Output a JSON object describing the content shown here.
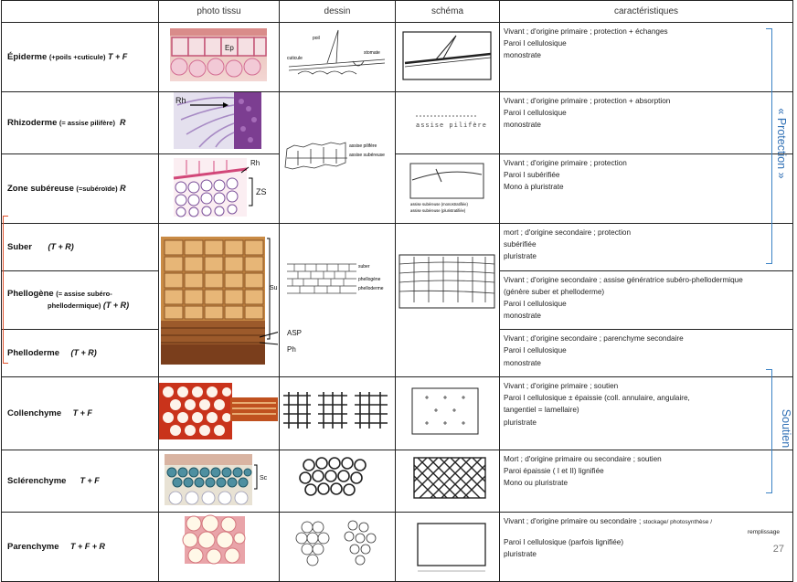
{
  "headers": {
    "c0": "",
    "photo": "photo tissu",
    "dessin": "dessin",
    "schema": "schéma",
    "carac": "caractéristiques"
  },
  "rows": [
    {
      "name": "Épiderme",
      "paren": "(+poils +cuticule)",
      "abbr": "T + F",
      "lines": [
        "Vivant ; d'origine primaire ;   protection + échanges",
        "Paroi I cellulosique",
        "monostrate"
      ],
      "photo_label": "Ep",
      "dessin_labels": [
        "poil",
        "cuticule",
        "stomate"
      ]
    },
    {
      "name": "Rhizoderme",
      "paren": "(= assise pilifère)",
      "abbr": "R",
      "lines": [
        "Vivant ; d'origine primaire ;   protection + absorption",
        "Paroi I cellulosique",
        "monostrate"
      ],
      "photo_label": "Rh",
      "schema_label": "assise pilifère",
      "dessin_labels": [
        "assise pilifère",
        "assise subéreuse"
      ]
    },
    {
      "name": "Zone subéreuse",
      "paren": "(=subéroïde)",
      "abbr": "R",
      "lines": [
        "Vivant ; d'origine primaire ;   protection",
        "Paroi I subérifiée",
        "Mono à pluristrate"
      ],
      "photo_labels": [
        "Rh",
        "ZS"
      ],
      "schema_labels": [
        "assise subéreuse (monostratifiée)",
        "assise subéreuse (pluristratifiée)"
      ]
    },
    {
      "name": "Suber",
      "abbr": "(T + R)",
      "lines": [
        "mort ; d'origine secondaire ; protection",
        "subérifiée",
        "pluristrate"
      ]
    },
    {
      "name": "Phellogène",
      "paren": "(= assise subéro-",
      "paren2": "phellodermique)",
      "abbr": "(T + R)",
      "lines": [
        "Vivant ; d'origine secondaire ; assise génératrice subéro-phellodermique",
        "(génère suber et phelloderme)",
        "Paroi I cellulosique",
        "monostrate"
      ]
    },
    {
      "name": "Phelloderme",
      "abbr": "(T + R)",
      "lines": [
        "Vivant ; d'origine secondaire ; parenchyme secondaire",
        "Paroi I cellulosique",
        "monostrate"
      ]
    },
    {
      "name": "Collenchyme",
      "abbr": "T + F",
      "lines": [
        "Vivant ; d'origine primaire ;   soutien",
        "Paroi I cellulosique ± épaissie (coll. annulaire, angulaire,",
        "tangentiel = lamellaire)",
        "pluristrate"
      ]
    },
    {
      "name": "Sclérenchyme",
      "abbr": "T + F",
      "lines": [
        "Mort  ; d'origine primaire ou secondaire ;   soutien",
        "Paroi épaissie ( I et II) lignifiée",
        "Mono ou pluristrate"
      ],
      "photo_label": "Sc"
    },
    {
      "name": "Parenchyme",
      "abbr": "T + F + R",
      "line1": "Vivant ; d'origine primaire ou secondaire ;",
      "line1b": "stockage/ photosynthèse /",
      "line1c": "remplissage",
      "lines": [
        "Paroi I   cellulosique (parfois lignifiée)",
        "pluristrate"
      ]
    }
  ],
  "suber_photo_labels": [
    "Su",
    "ASP",
    "Ph"
  ],
  "groups": {
    "protection": "« Protection »",
    "soutien": "Soutien"
  },
  "page_number": "27"
}
